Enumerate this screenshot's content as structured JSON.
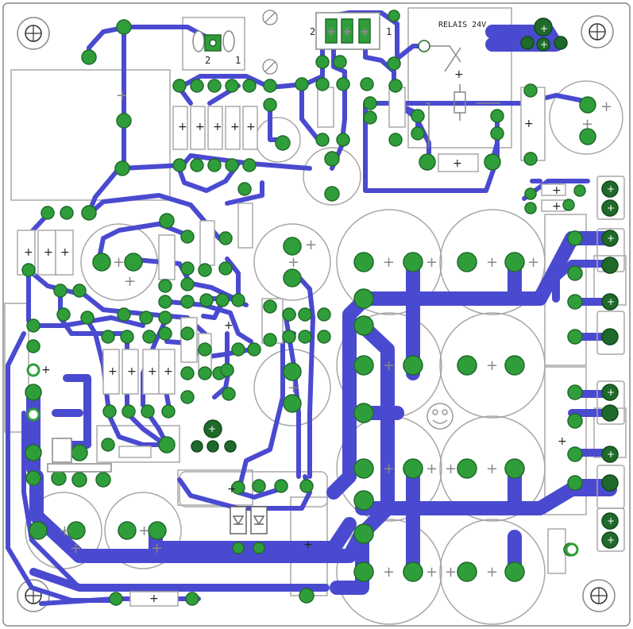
{
  "board": {
    "relay_label": "RELAIS 24V",
    "jumper_left_numbers": [
      "2",
      "1"
    ],
    "jumper_right_numbers": [
      "2",
      "1"
    ],
    "polarity_mark": "+"
  },
  "colors": {
    "trace": "#4a4ad0",
    "pad": "#2f9e3a",
    "pad_dark": "#1f6a2a",
    "outline": "#a8a8a8",
    "silkscreen": "#555555",
    "board_edge": "#888888"
  }
}
